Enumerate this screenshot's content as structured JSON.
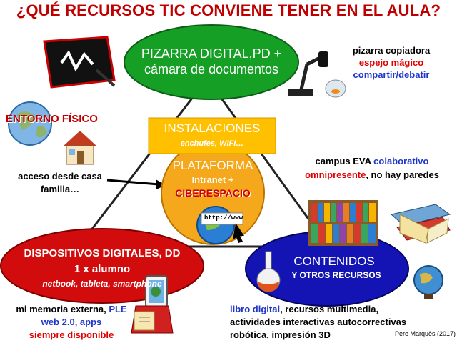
{
  "title": "¿QUÉ RECURSOS TIC CONVIENE TENER EN EL AULA?",
  "pizarra": {
    "line1": "PIZARRA DIGITAL,PD +",
    "line2": "cámara de documentos"
  },
  "pizarra_notes": {
    "a": "pizarra copiadora",
    "b": "espejo mágico",
    "c": "compartir/debatir"
  },
  "entorno": {
    "title": "ENTORNO FÍSICO",
    "line1": "acceso desde casa",
    "line2": "familia…"
  },
  "instalaciones": {
    "title": "INSTALACIONES",
    "sub": "enchufes, WIFI…"
  },
  "plataforma": {
    "title": "PLATAFORMA",
    "line1": "Intranet +",
    "line2": "CIBERESPACIO",
    "url": "http://www"
  },
  "campus": {
    "a": "campus EVA",
    "b": "colaborativo",
    "c": "omnipresente",
    "d": ", no hay paredes"
  },
  "dispositivos": {
    "line1": "DISPOSITIVOS DIGITALES, DD",
    "line2": "1 x alumno",
    "line3": "netbook, tableta, smartphone"
  },
  "memoria": {
    "a": "mi memoria externa,",
    "b": "PLE",
    "c": "web 2.0",
    "d": ", apps",
    "e": "siempre disponible"
  },
  "contenidos": {
    "title": "CONTENIDOS",
    "sub": "Y  OTROS RECURSOS"
  },
  "recursos": {
    "a": "libro digital",
    "b": ", recursos multimedia,",
    "c": "actividades  interactivas autocorrectivas",
    "d": "robótica, impresión 3D"
  },
  "author": "Pere Marquès (2017)",
  "colors": {
    "green": "#15a025",
    "red": "#d20c0c",
    "blue": "#1414b4",
    "orange": "#f5a81c",
    "yellow": "#ffc000"
  }
}
